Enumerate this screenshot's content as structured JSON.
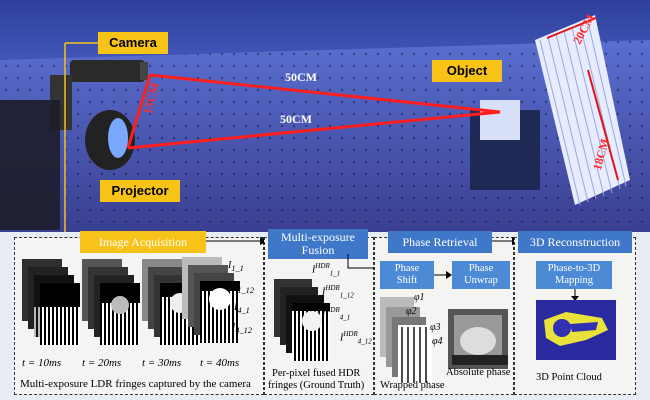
{
  "photo_labels": {
    "camera": "Camera",
    "projector": "Projector",
    "object": "Object",
    "dist_top": "50CM",
    "dist_mid": "50CM",
    "dist_side": "15CM",
    "obj_width": "20CM",
    "obj_height": "18CM"
  },
  "panels": {
    "acquisition": {
      "title": "Image Acquisition",
      "times": [
        "t = 10ms",
        "t = 20ms",
        "t = 30ms",
        "t = 40ms"
      ],
      "indices": [
        "I",
        "1_1",
        "1_12",
        "4_1",
        "4_12"
      ],
      "caption": "Multi-exposure LDR fringes captured by the camera"
    },
    "fusion": {
      "title": "Multi-exposure Fusion",
      "sym_base": "I",
      "sym_sup": "HDR",
      "subs": [
        "1_1",
        "1_12",
        "4_1",
        "4_12"
      ],
      "caption_line1": "Per-pixel fused HDR",
      "caption_line2": "fringes (Ground Truth)"
    },
    "phase": {
      "title": "Phase Retrieval",
      "box1": "Phase Shift",
      "box2": "Phase Unwrap",
      "phis": [
        "φ1",
        "φ2",
        "φ3",
        "φ4"
      ],
      "caption_wrapped": "Wrapped phase",
      "caption_absolute": "Absolute phase"
    },
    "recon": {
      "title": "3D Reconstruction",
      "box": "Phase-to-3D Mapping",
      "caption": "3D Point Cloud"
    }
  }
}
